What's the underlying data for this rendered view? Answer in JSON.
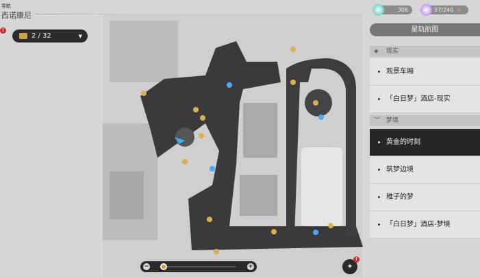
{
  "header": {
    "nav_label": "导航",
    "place": "西诺康尼"
  },
  "chest": {
    "count": "2 / 32",
    "alert": "!"
  },
  "resources": {
    "stellar_jade": "306",
    "trailblaze_power": "97/240",
    "add": "+"
  },
  "panel": {
    "title": "星轨航图",
    "sections": [
      {
        "label": "现实",
        "items": [
          "观景车厢",
          "「白日梦」酒店-现实"
        ]
      },
      {
        "label": "梦境",
        "items": [
          "黄金的时刻",
          "筑梦边境",
          "稚子的梦",
          "「白日梦」酒店-梦境"
        ]
      }
    ],
    "selected": "黄金的时刻"
  },
  "zoom": {
    "minus": "−",
    "plus": "+",
    "level": 0.05
  },
  "mission": {
    "alert": "!"
  },
  "colors": {
    "accent": "#f28a1e",
    "dark": "#272727",
    "alert": "#d8262b"
  }
}
